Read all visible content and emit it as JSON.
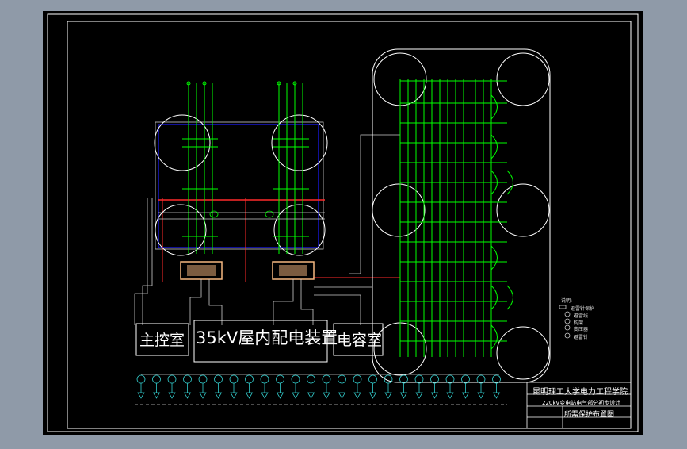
{
  "labels": {
    "main_control_room": "主控室",
    "indoor_distribution": "35kV屋内配电装置",
    "capacitor_room": "电容室"
  },
  "title_block": {
    "school": "昆明理工大学电力工程学院",
    "project": "220kV变电站电气部分初步设计",
    "drawing_title": "所需保护布置图"
  },
  "legend": {
    "title": "说明:",
    "items": [
      "避雷针保护",
      "避雷线",
      "构架",
      "变压器",
      "避雷针"
    ]
  },
  "colors": {
    "background": "#000000",
    "frame": "#ffffff",
    "bus_green": "#00ff00",
    "red_line": "#ff2a2a",
    "blue_line": "#1a1aff",
    "transformer": "#f5b880",
    "window_bg": "#8f9aa8"
  }
}
